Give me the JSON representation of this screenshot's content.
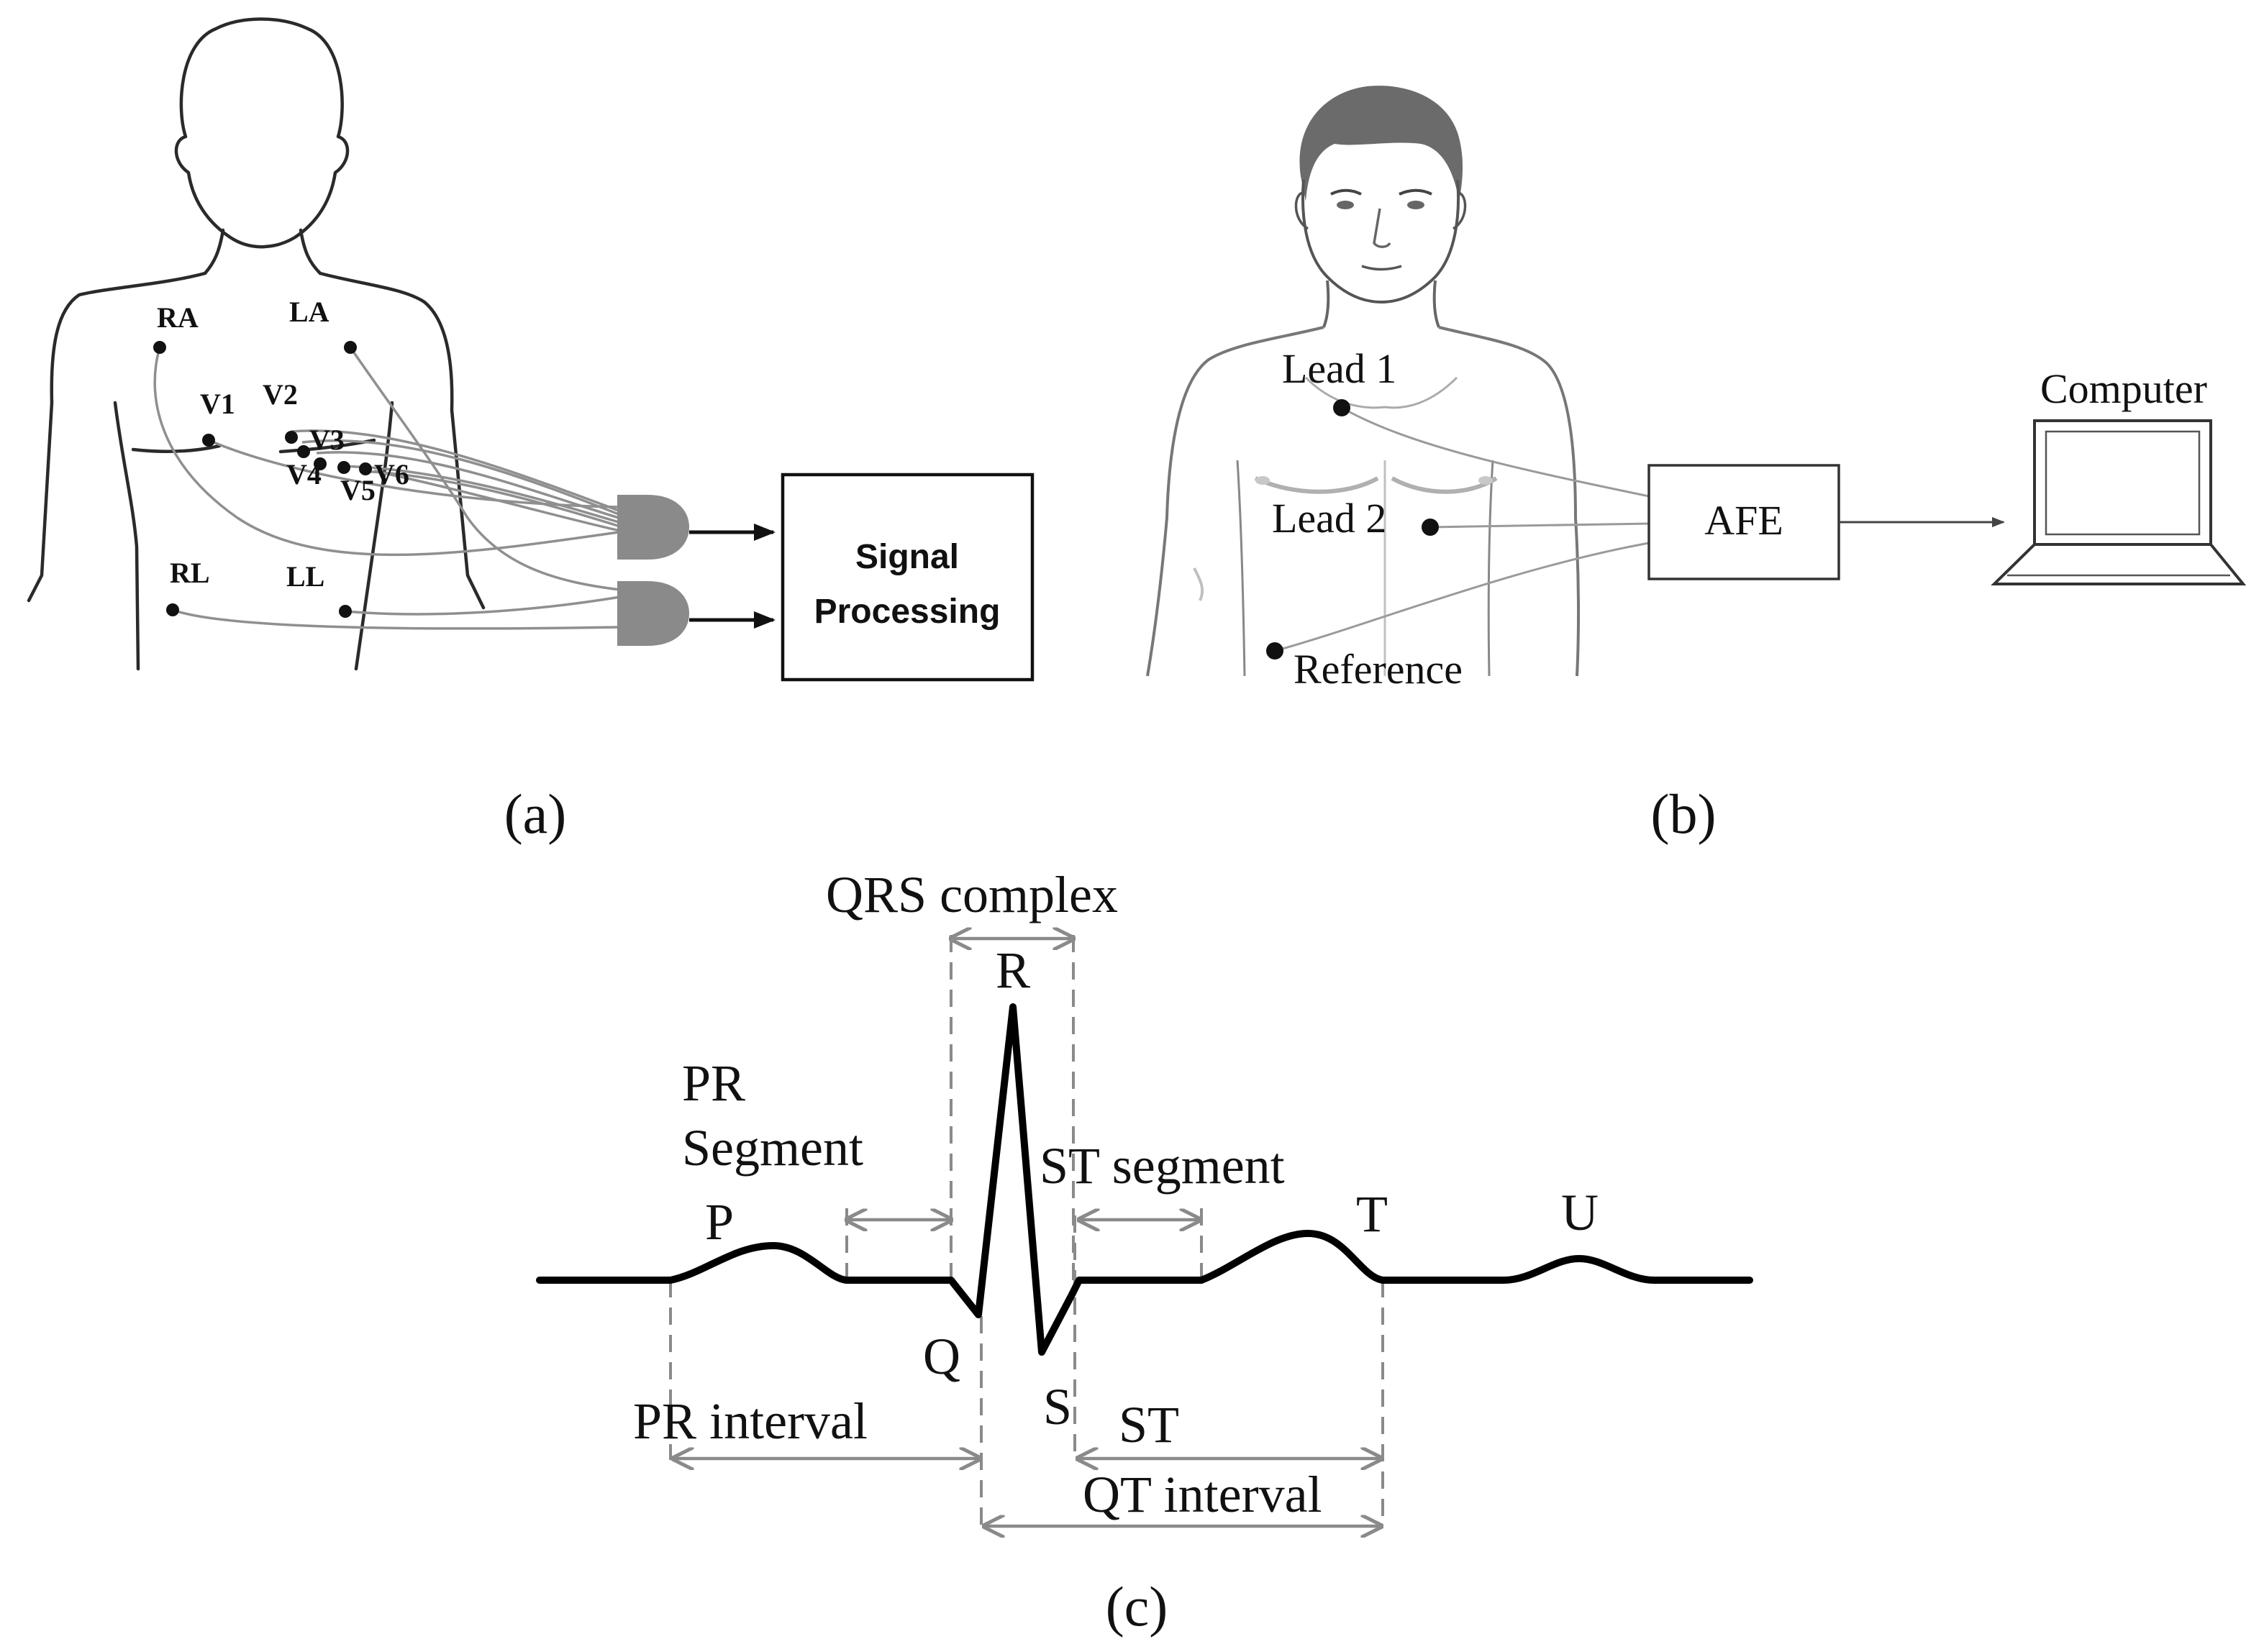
{
  "panel_a": {
    "electrodes": {
      "ra": "RA",
      "la": "LA",
      "v1": "V1",
      "v2": "V2",
      "v3": "V3",
      "v4": "V4",
      "v5": "V5",
      "v6": "V6",
      "rl": "RL",
      "ll": "LL"
    },
    "processing_block": {
      "line1": "Signal",
      "line2": "Processing"
    },
    "caption": "(a)"
  },
  "panel_b": {
    "lead1": "Lead 1",
    "lead2": "Lead 2",
    "reference": "Reference",
    "afe": "AFE",
    "computer": "Computer",
    "caption": "(b)"
  },
  "panel_c": {
    "qrs_complex": "QRS complex",
    "pr_segment_line1": "PR",
    "pr_segment_line2": "Segment",
    "st_segment": "ST segment",
    "wave_p": "P",
    "wave_q": "Q",
    "wave_r": "R",
    "wave_s": "S",
    "wave_t": "T",
    "wave_u": "U",
    "pr_interval": "PR interval",
    "st": "ST",
    "qt_interval": "QT interval",
    "caption": "(c)"
  }
}
